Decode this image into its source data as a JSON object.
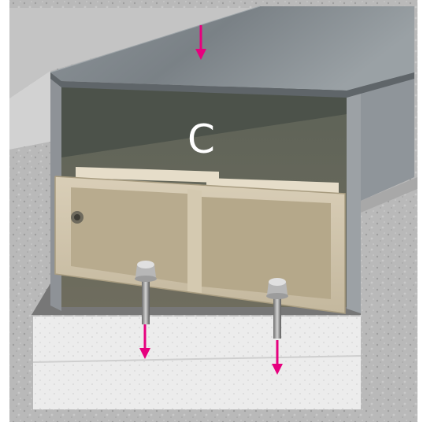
{
  "diagram": {
    "label": "C",
    "arrow_color": "#e6007e",
    "arrows": [
      {
        "name": "top-load-arrow",
        "direction": "down"
      },
      {
        "name": "left-anchor-arrow",
        "direction": "down"
      },
      {
        "name": "right-anchor-arrow",
        "direction": "down"
      }
    ],
    "components": [
      "concrete-ground",
      "cover-plate",
      "channel-profile",
      "inner-support-frame",
      "anchor-bolt-left",
      "anchor-bolt-right",
      "foundation-slab"
    ]
  }
}
